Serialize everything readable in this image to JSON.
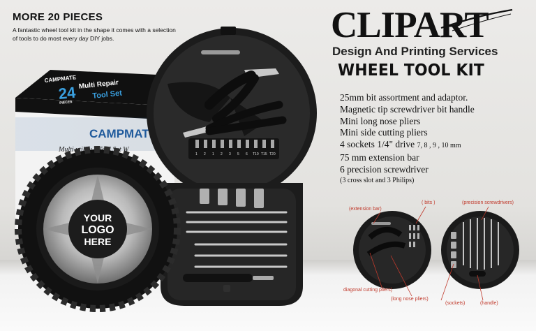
{
  "promo": {
    "headline": "MORE 20 PIECES",
    "subline": "A fantastic wheel tool kit in the shape it comes with a selection of tools to do most every day DIY jobs."
  },
  "brand": {
    "name": "CLIPART",
    "tagline": "Design And Printing Services"
  },
  "product": {
    "title": "WHEEL TOOL KIT",
    "features": [
      {
        "text": "25mm bit assortment and adaptor.",
        "sub": ""
      },
      {
        "text": "Magnetic tip screwdriver bit handle",
        "sub": ""
      },
      {
        "text": "Mini long nose pliers",
        "sub": ""
      },
      {
        "text": "Mini side cutting pliers",
        "sub": ""
      },
      {
        "text": "4 sockets 1/4\" drive ",
        "sub": "7, 8 , 9 , 10 mm"
      },
      {
        "text": "75 mm extension bar",
        "sub": ""
      },
      {
        "text": "6 precision screwdriver",
        "sub": ""
      }
    ],
    "note": "(3 cross slot and 3 Philips)"
  },
  "box": {
    "brand": "CAMPMATE",
    "lid_brand": "CAMPMATE",
    "count": "24",
    "count_unit": "PIECES",
    "line1": "Multi Repair",
    "line2": "Tool Set",
    "desc": "Multi utility – Tool Set W"
  },
  "wheel": {
    "logo_line1": "YOUR",
    "logo_line2": "LOGO",
    "logo_line3": "HERE"
  },
  "bits_labels": [
    "1",
    "2",
    "1",
    "2",
    "3",
    "5",
    "6",
    "T10",
    "T15",
    "T20"
  ],
  "callouts": {
    "extension_bar": "(extension bar)",
    "bits": "( bits )",
    "precision_screwdrivers": "(precision screwdrivers)",
    "diagonal_pliers": "diagonal cutting pliers)",
    "long_nose_pliers": "(long nose pliers)",
    "sockets": "(sockets)",
    "handle": "(handle)"
  },
  "colors": {
    "case": "#1b1b1b",
    "box_blue": "#1f5a9c",
    "callout": "#c0392b"
  }
}
